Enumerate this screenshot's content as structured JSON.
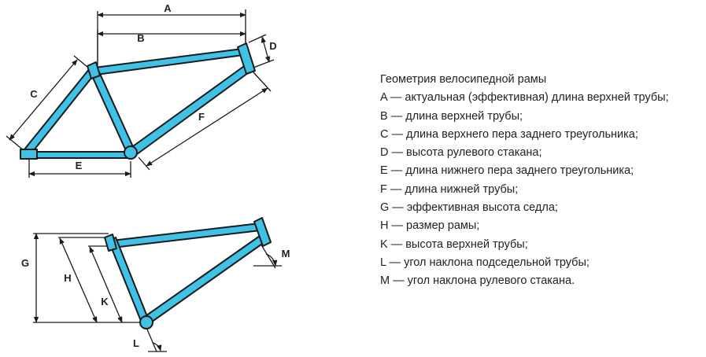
{
  "diagram": {
    "labels": {
      "A": "A",
      "B": "B",
      "C": "C",
      "D": "D",
      "E": "E",
      "F": "F",
      "G": "G",
      "H": "H",
      "K": "K",
      "L": "L",
      "M": "M"
    },
    "colors": {
      "tube": "#3fc2e6",
      "stroke": "#1a1a1a",
      "text": "#222222"
    }
  },
  "legend": {
    "title": "Геометрия велосипедной рамы",
    "items": [
      "A — актуальная (эффективная) длина верхней трубы;",
      "B — длина верхней трубы;",
      "C — длина верхнего пера заднего треугольника;",
      "D — высота рулевого стакана;",
      "E — длина нижнего пера заднего треугольника;",
      "F — длина нижней трубы;",
      "G — эффективная высота седла;",
      "H — размер рамы;",
      "K — высота верхней трубы;",
      "L — угол наклона подседельной трубы;",
      "M — угол наклона рулевого стакана."
    ]
  }
}
